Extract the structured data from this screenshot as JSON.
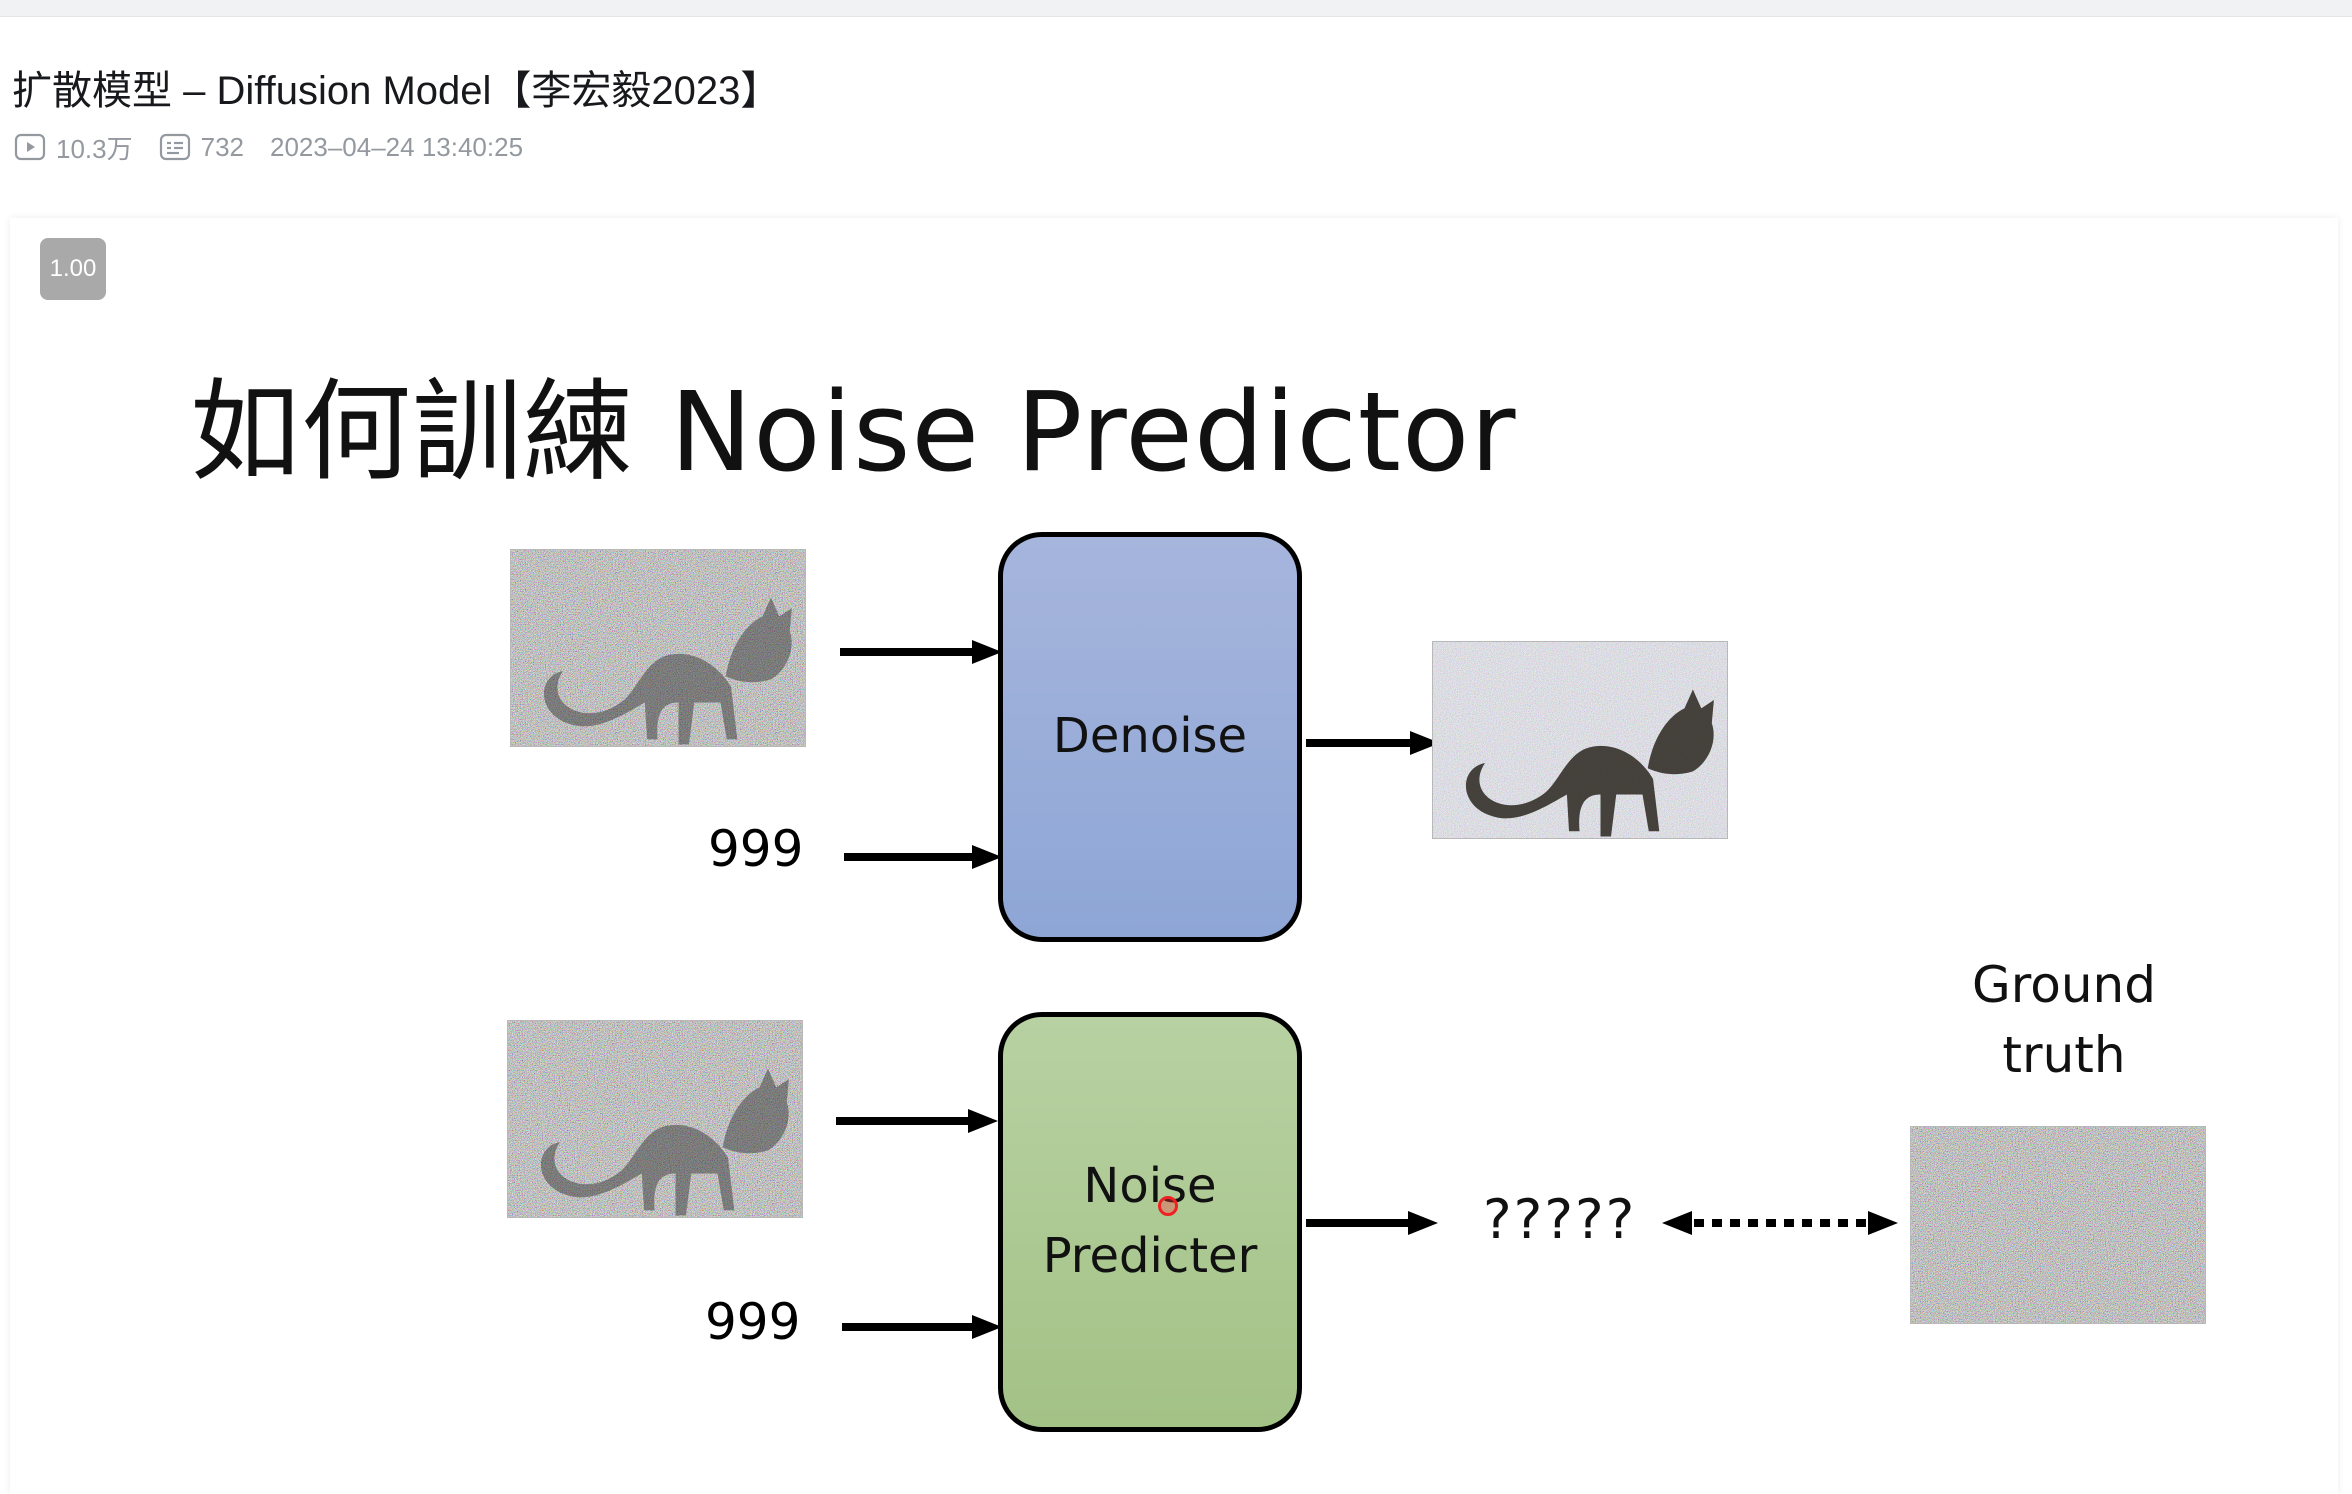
{
  "video": {
    "title": "扩散模型 – Diffusion Model【李宏毅2023】",
    "views": "10.3万",
    "danmaku": "732",
    "datetime": "2023–04–24 13:40:25"
  },
  "player": {
    "speed": "1.00"
  },
  "slide": {
    "title": "如何訓練 Noise Predictor",
    "step_top": "999",
    "step_bottom": "999",
    "denoise_label": "Denoise",
    "noise_predicter_line1": "Noise",
    "noise_predicter_line2": "Predicter",
    "unknown_output": "?????",
    "ground_truth_line1": "Ground",
    "ground_truth_line2": "truth"
  },
  "colors": {
    "denoise_box": "#9badd8",
    "noise_box": "#adc994",
    "meta_text": "#9499a0",
    "speed_badge": "#a9a9a9"
  },
  "icons": {
    "views": "play-count-icon",
    "danmaku": "danmaku-icon"
  }
}
